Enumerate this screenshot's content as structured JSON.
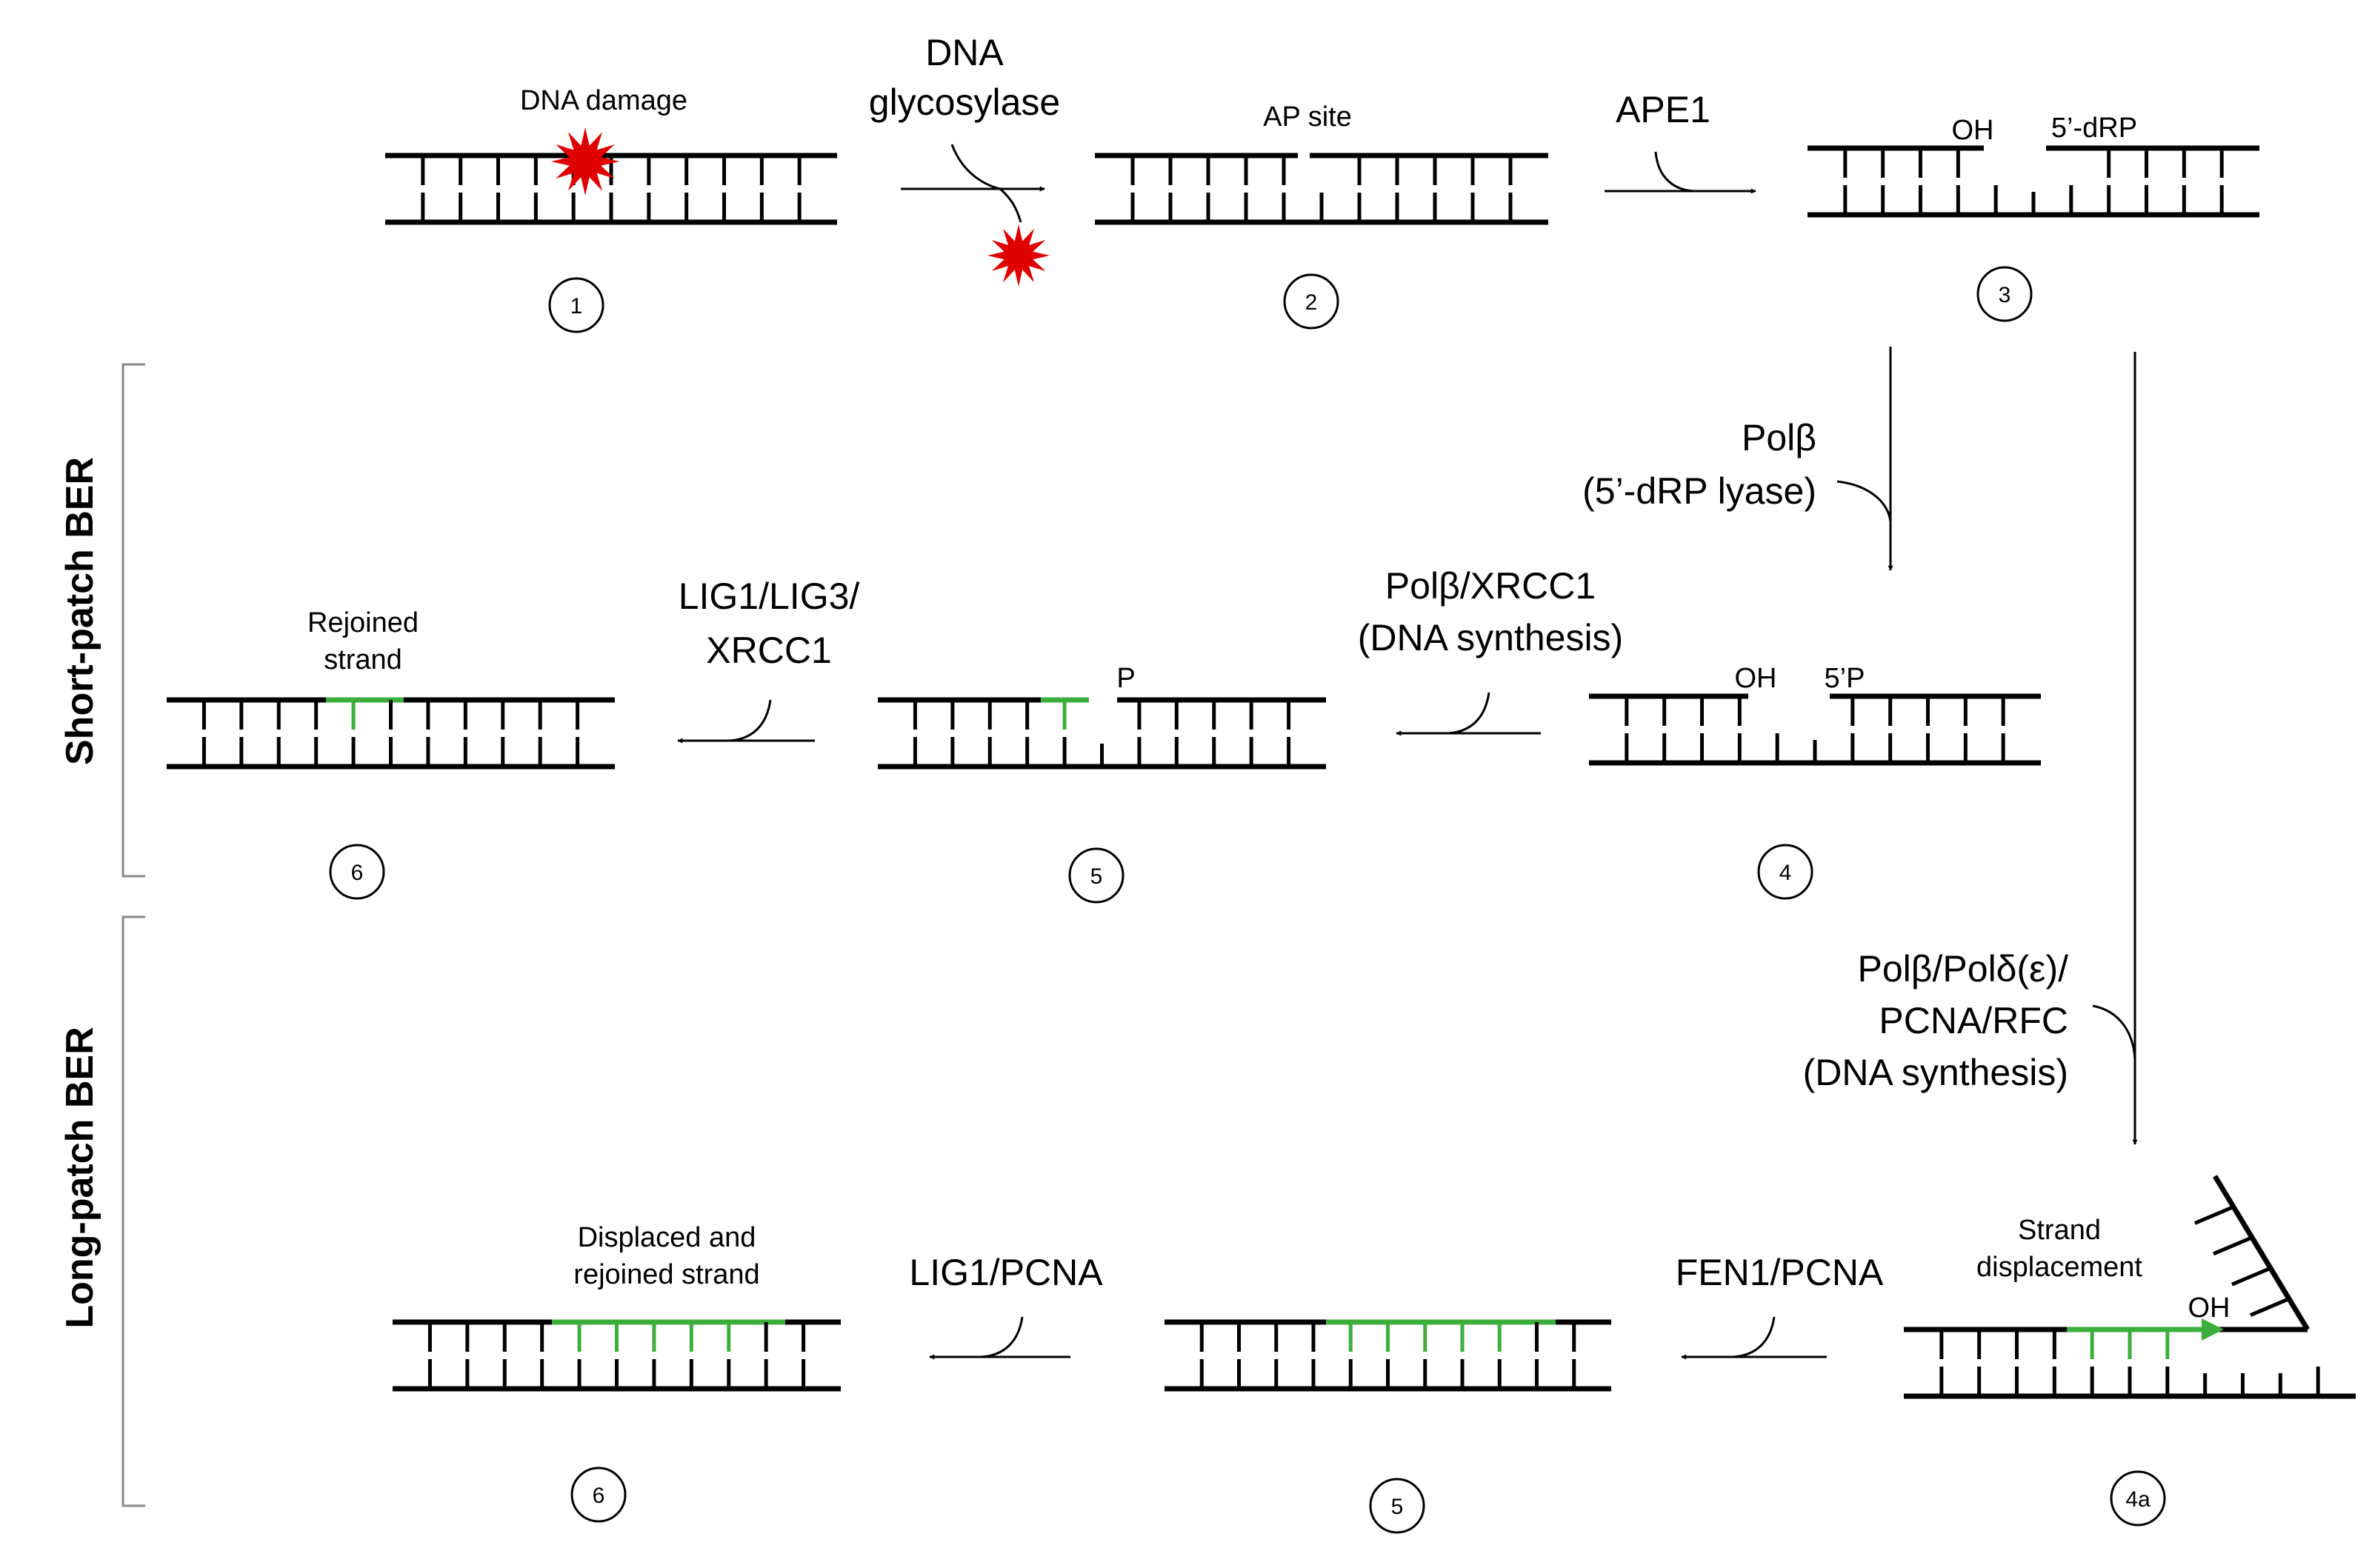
{
  "colors": {
    "dna": "#000000",
    "repair": "#3cae3c",
    "damage": "#e00000"
  },
  "sections": {
    "short_patch": "Short-patch BER",
    "long_patch": "Long-patch BER"
  },
  "labels": {
    "dna_damage": "DNA damage",
    "ap_site": "AP site",
    "oh": "OH",
    "dRP": "5’-dRP",
    "p5": "5’P",
    "p": "P",
    "rejoined_1": "Rejoined",
    "rejoined_2": "strand",
    "strand_disp_1": "Strand",
    "strand_disp_2": "displacement",
    "displaced_1": "Displaced and",
    "displaced_2": "rejoined strand"
  },
  "enzymes": {
    "glyco_1": "DNA",
    "glyco_2": "glycosylase",
    "ape1": "APE1",
    "polb_1": "Polβ",
    "polb_2": "(5’-dRP lyase)",
    "polbx_1": "Polβ/XRCC1",
    "polbx_2": "(DNA synthesis)",
    "lig_short_1": "LIG1/LIG3/",
    "lig_short_2": "XRCC1",
    "long_syn_1": "Polβ/Polδ(ε)/",
    "long_syn_2": "PCNA/RFC",
    "long_syn_3": "(DNA synthesis)",
    "fen1": "FEN1/PCNA",
    "lig_long": "LIG1/PCNA"
  },
  "steps": {
    "s1": "1",
    "s2": "2",
    "s3": "3",
    "s4": "4",
    "s5_short": "5",
    "s6_short": "6",
    "s4a": "4a",
    "s5_long": "5",
    "s6_long": "6"
  }
}
